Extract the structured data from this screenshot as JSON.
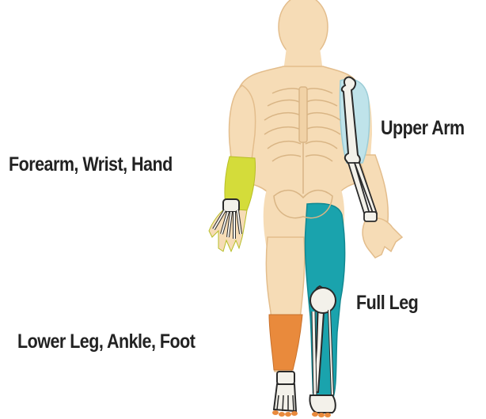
{
  "diagram": {
    "regions": [
      {
        "id": "upper-arm",
        "label": "Upper Arm",
        "color": "#bfe3ea"
      },
      {
        "id": "forearm",
        "label": "Forearm, Wrist, Hand",
        "color": "#d4dc3a"
      },
      {
        "id": "full-leg",
        "label": "Full Leg",
        "color": "#1aa3ad"
      },
      {
        "id": "lower-leg",
        "label": "Lower Leg, Ankle, Foot",
        "color": "#e98a3c"
      }
    ],
    "colors": {
      "skin": "#f6dcb6",
      "skin_outline": "#e3bd8c",
      "bone": "#f3f1ea",
      "bone_outline": "#2a2a2a"
    }
  }
}
